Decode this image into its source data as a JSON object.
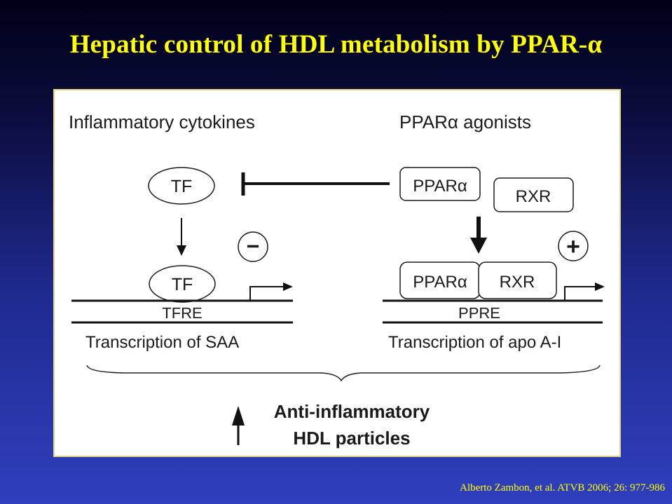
{
  "slide": {
    "title": "Hepatic control of HDL metabolism by PPAR-α",
    "citation": "Alberto Zambon, et al.  ATVB 2006; 26: 977-986"
  },
  "diagram": {
    "left": {
      "heading": "Inflammatory cytokines",
      "tf_top_label": "TF",
      "tf_bound_label": "TF",
      "sign": "−",
      "response_element": "TFRE",
      "transcription": "Transcription of SAA"
    },
    "right": {
      "heading": "PPARα agonists",
      "ppar_label": "PPARα",
      "rxr_label": "RXR",
      "ppar_bound_label": "PPARα",
      "rxr_bound_label": "RXR",
      "sign": "+",
      "response_element": "PPRE",
      "transcription": "Transcription of apo A-I"
    },
    "outcome": {
      "line1": "Anti-inflammatory",
      "line2": "HDL particles"
    }
  }
}
